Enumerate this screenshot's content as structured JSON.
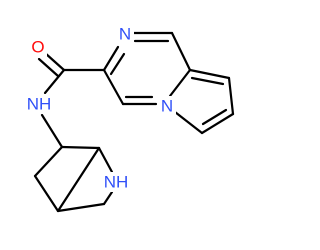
{
  "colors": {
    "background": "#ffffff",
    "bond": "#000000",
    "oxygen": "#ff0d0d",
    "nitrogen": "#3050f8"
  },
  "atoms": {
    "o_carbonyl": "O",
    "n_pyrazine": "N",
    "n_pyrrole": "N",
    "nh_amide": "NH",
    "nh_ring": "NH"
  }
}
